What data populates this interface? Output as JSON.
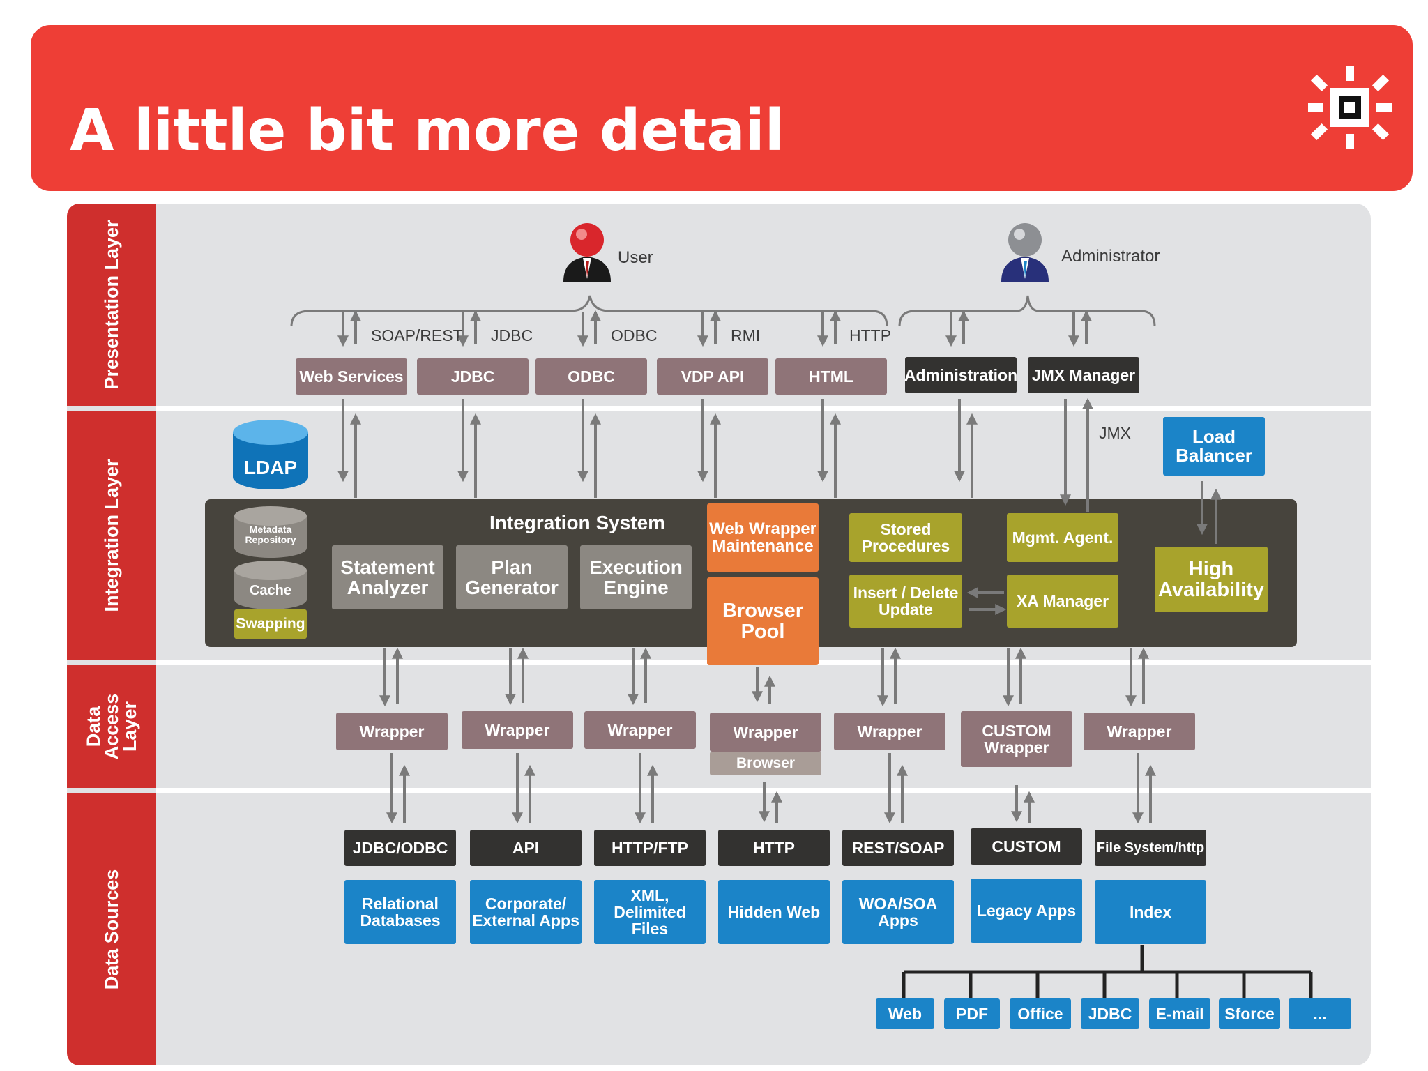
{
  "slide": {
    "title": "A little bit more detail"
  },
  "lanes": {
    "presentation": "Presentation Layer",
    "integration": "Integration Layer",
    "data_access": "Data Access Layer",
    "data_sources": "Data Sources"
  },
  "actors": {
    "user": "User",
    "administrator": "Administrator"
  },
  "protocols": [
    "SOAP/REST",
    "JDBC",
    "ODBC",
    "RMI",
    "HTTP"
  ],
  "presentation": {
    "web_services": "Web Services",
    "jdbc": "JDBC",
    "odbc": "ODBC",
    "vdp_api": "VDP API",
    "html": "HTML",
    "administration": "Administration",
    "jmx_manager": "JMX Manager"
  },
  "integration": {
    "ldap": "LDAP",
    "jmx": "JMX",
    "load_balancer": "Load Balancer",
    "metadata_repository": "Metadata Repository",
    "cache": "Cache",
    "swapping": "Swapping",
    "system_title": "Integration System",
    "statement_analyzer": "Statement Analyzer",
    "plan_generator": "Plan Generator",
    "execution_engine": "Execution Engine",
    "web_wrapper_maintenance": "Web Wrapper Maintenance",
    "browser_pool": "Browser Pool",
    "stored_procedures": "Stored Procedures",
    "insert_delete_update": "Insert / Delete Update",
    "mgmt_agent": "Mgmt. Agent.",
    "xa_manager": "XA Manager",
    "high_availability": "High Availability"
  },
  "data_access": {
    "wrapper": "Wrapper",
    "browser": "Browser",
    "custom_wrapper": "CUSTOM Wrapper"
  },
  "connectors": {
    "jdbc_odbc": "JDBC/ODBC",
    "api": "API",
    "http_ftp": "HTTP/FTP",
    "http": "HTTP",
    "rest_soap": "REST/SOAP",
    "custom": "CUSTOM",
    "file_system": "File System/http"
  },
  "sources": {
    "relational": "Relational Databases",
    "corporate": "Corporate/ External Apps",
    "xml": "XML, Delimited Files",
    "hidden_web": "Hidden Web",
    "woa_soa": "WOA/SOA Apps",
    "legacy": "Legacy Apps",
    "index": "Index"
  },
  "index_sources": [
    "Web",
    "PDF",
    "Office",
    "JDBC",
    "E-mail",
    "Sforce",
    "..."
  ],
  "colors": {
    "banner": "#ee3e36",
    "lane": "#cf2f2d",
    "panel": "#e1e2e4",
    "mauve": "#8f7478",
    "black": "#333230",
    "blue": "#1b84c8",
    "orange": "#e97a39",
    "olive": "#a8a32c"
  }
}
